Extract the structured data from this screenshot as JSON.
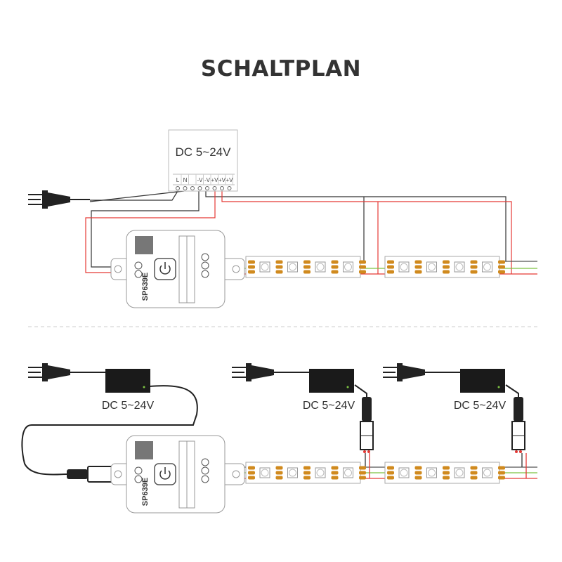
{
  "title": "SCHALTPLAN",
  "top_diagram": {
    "psu_label": "DC 5~24V",
    "terminals": [
      "L",
      "N",
      "",
      "-V",
      "-V",
      "+V",
      "+V",
      "+V"
    ],
    "controller_model": "SP639E"
  },
  "bottom_diagram": {
    "psu_labels": [
      "DC 5~24V",
      "DC 5~24V",
      "DC 5~24V"
    ],
    "controller_model": "SP639E"
  },
  "colors": {
    "wire_black": "#333333",
    "wire_red": "#e53935",
    "wire_green": "#7cc242",
    "led_pad": "#d08a1e",
    "adapter": "#1a1a1a"
  }
}
